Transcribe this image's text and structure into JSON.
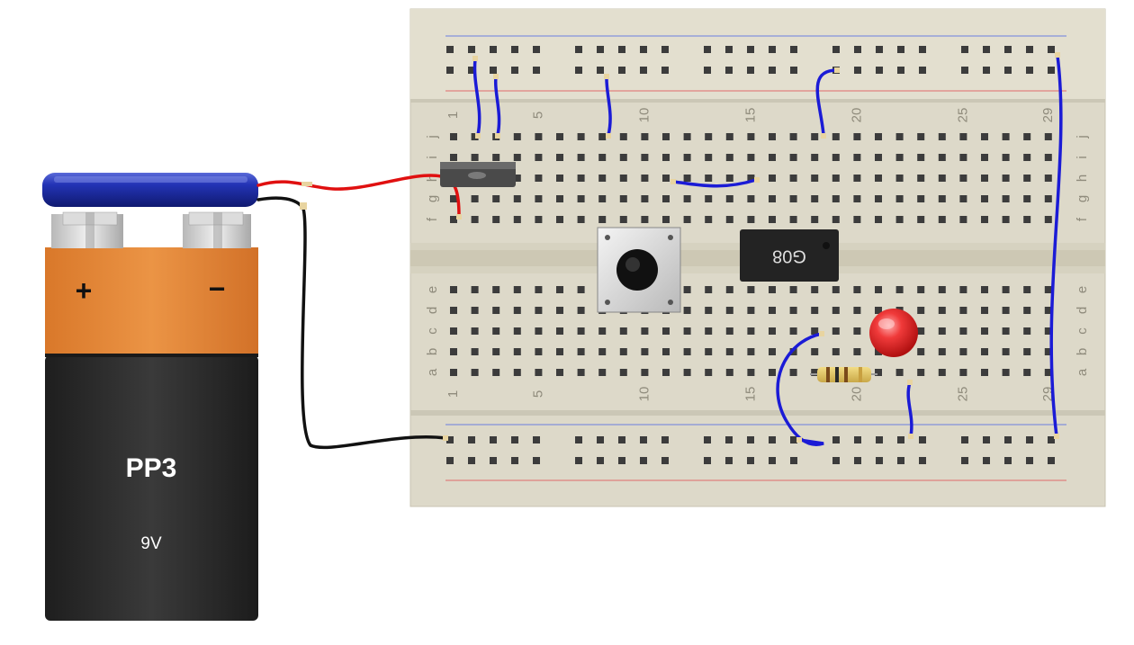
{
  "battery": {
    "model": "PP3",
    "voltage": "9V",
    "positive_symbol": "+",
    "negative_symbol": "−",
    "colors": {
      "cap": "#1f2fa0",
      "body_top": "#e58a3c",
      "body_bottom": "#2b2b2b"
    }
  },
  "breadboard": {
    "column_numbers": [
      "1",
      "5",
      "10",
      "15",
      "20",
      "25",
      "29"
    ],
    "top_row_letters": [
      "j",
      "i",
      "h",
      "g",
      "f"
    ],
    "bottom_row_letters": [
      "e",
      "d",
      "c",
      "b",
      "a"
    ]
  },
  "ic_chip": {
    "label": "G08"
  },
  "components": {
    "led_color": "#e8202a",
    "jumper_color": "#1b1bd6",
    "power_wire_color": "#e01010",
    "ground_wire_color": "#111111"
  }
}
